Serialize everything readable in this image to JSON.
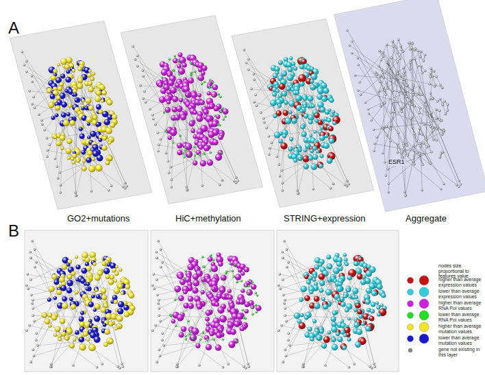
{
  "diagram": {
    "labels": [
      "A",
      "GO2+mutations",
      "HiC+methylation",
      "STRING+expression",
      "Aggregate",
      "ESR1",
      "B",
      "nodes size proportional to features value"
    ],
    "legend": [
      {
        "text": "higher than average expression values",
        "color": "#c41414"
      },
      {
        "text": "lower than average expression values",
        "color": "#33ccdd"
      },
      {
        "text": "higher than average RNA Pol values",
        "color": "#cc22dd"
      },
      {
        "text": "lower than average RNA Pol values",
        "color": "#22dd22"
      },
      {
        "text": "higher than average mutation values",
        "color": "#f2e22a"
      },
      {
        "text": "lower than average mutation values",
        "color": "#1a1acc"
      },
      {
        "text": "gene not existing in this layer",
        "color": "#888888"
      }
    ]
  }
}
